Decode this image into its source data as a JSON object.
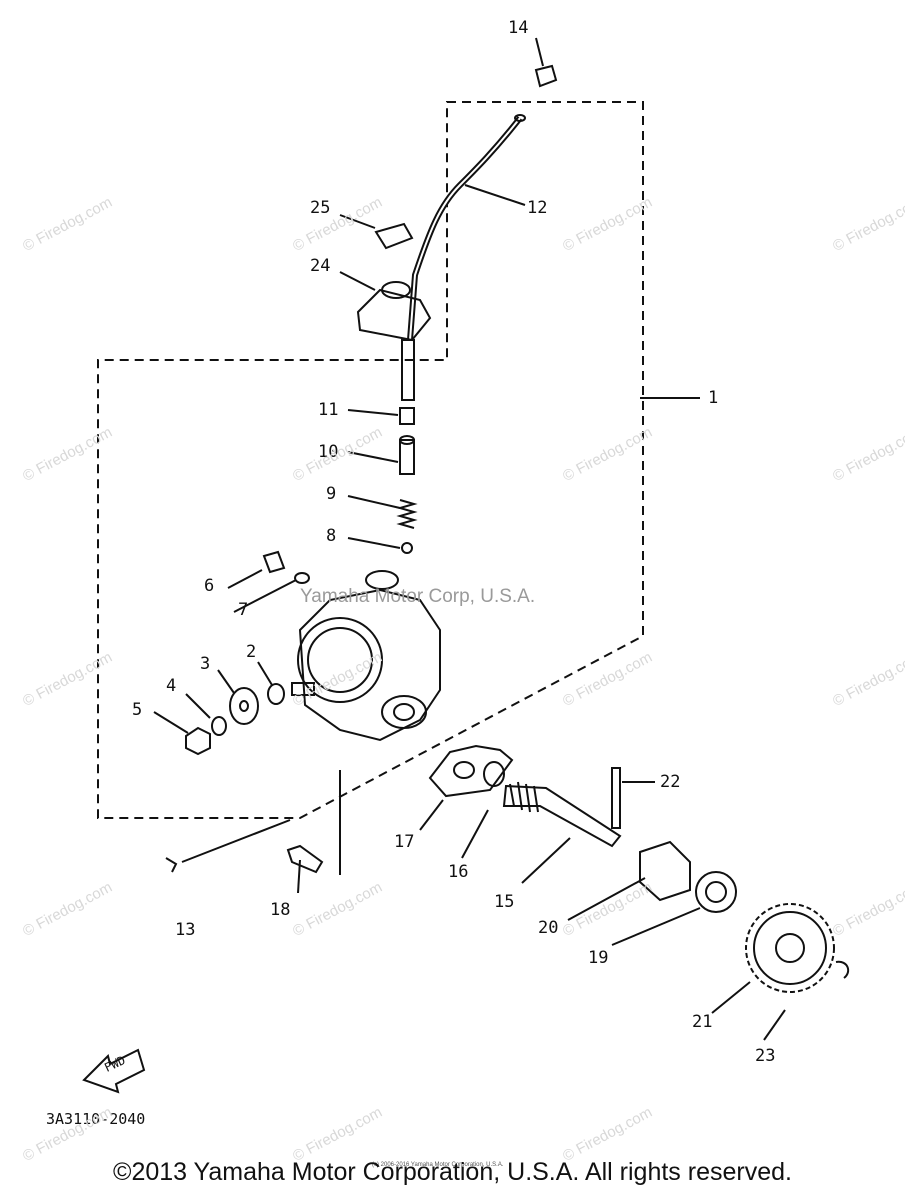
{
  "callouts": {
    "n1": "1",
    "n2": "2",
    "n3": "3",
    "n4": "4",
    "n5": "5",
    "n6": "6",
    "n7": "7",
    "n8": "8",
    "n9": "9",
    "n10": "10",
    "n11": "11",
    "n12": "12",
    "n13": "13",
    "n14": "14",
    "n15": "15",
    "n16": "16",
    "n17": "17",
    "n18": "18",
    "n19": "19",
    "n20": "20",
    "n21": "21",
    "n22": "22",
    "n23": "23",
    "n24": "24",
    "n25": "25"
  },
  "fwd_label": "FWD",
  "drawing_number": "3A3110-2040",
  "watermark": "© Firedog.com",
  "inline_watermark": "Yamaha Motor Corp, U.S.A.",
  "tiny_text": "(c) 2006-2016 Yamaha Motor Corporation, U.S.A.",
  "copyright": "©2013 Yamaha Motor Corporation, U.S.A. All rights reserved."
}
